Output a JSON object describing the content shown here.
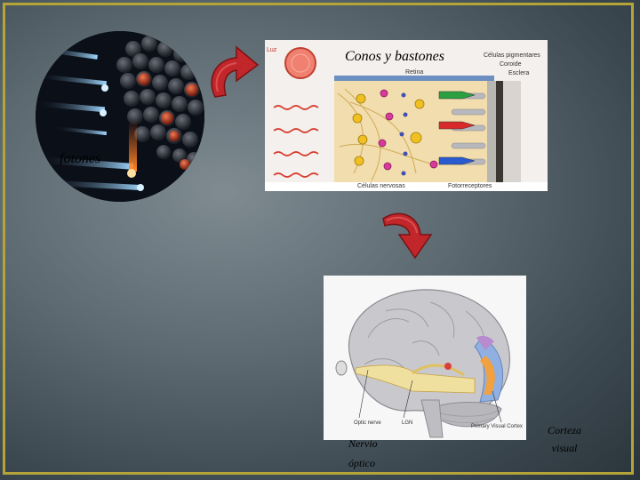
{
  "labels": {
    "photons": "fotones",
    "cones_rods": "Conos y bastones",
    "optic_nerve": "Nervio óptico",
    "visual_cortex": "Corteza visual"
  },
  "retina_labels": {
    "light": "Luz",
    "pigment_cells": "Células pigmentares",
    "choroid": "Coroide",
    "sclera": "Esclera",
    "retina": "Retina",
    "nerve_cells": "Células nervosas",
    "photoreceptors": "Fotorreceptores"
  },
  "brain_labels": {
    "optic_nerve": "Optic nerve",
    "lgn": "LGN",
    "primary_visual_cortex": "Primary Visual Cortex"
  },
  "colors": {
    "frame": "#b5a538",
    "arrow": "#c0262a"
  }
}
